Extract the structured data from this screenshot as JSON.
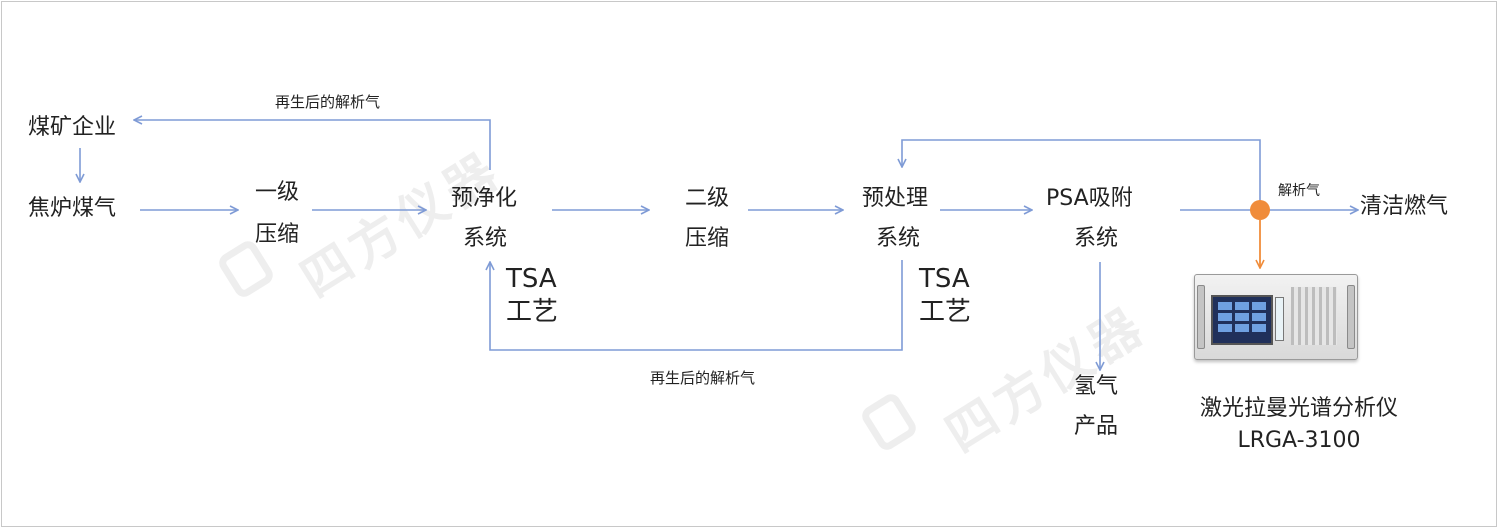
{
  "nodes": {
    "coal_mine": "煤矿企业",
    "coke_oven_gas": "焦炉煤气",
    "stage1_line1": "一级",
    "stage1_line2": "压缩",
    "pre_purify_line1": "预净化",
    "pre_purify_line2": "系统",
    "stage2_line1": "二级",
    "stage2_line2": "压缩",
    "pretreat_line1": "预处理",
    "pretreat_line2": "系统",
    "psa_line1": "PSA吸附",
    "psa_line2": "系统",
    "clean_fuel": "清洁燃气",
    "hydrogen_line1": "氢气",
    "hydrogen_line2": "产品",
    "tsa1_line1": "TSA",
    "tsa1_line2": "工艺",
    "tsa2_line1": "TSA",
    "tsa2_line2": "工艺"
  },
  "edge_labels": {
    "regen_top": "再生后的解析气",
    "regen_bottom": "再生后的解析气",
    "desorb_gas": "解析气"
  },
  "instrument": {
    "name": "激光拉曼光谱分析仪",
    "model": "LRGA-3100"
  },
  "watermark": {
    "text1": "四方仪器",
    "text2": "四方仪器"
  },
  "colors": {
    "flow_line": "#7f9bd6",
    "sample_line": "#f08c3a",
    "tap_point": "#f08c3a"
  }
}
